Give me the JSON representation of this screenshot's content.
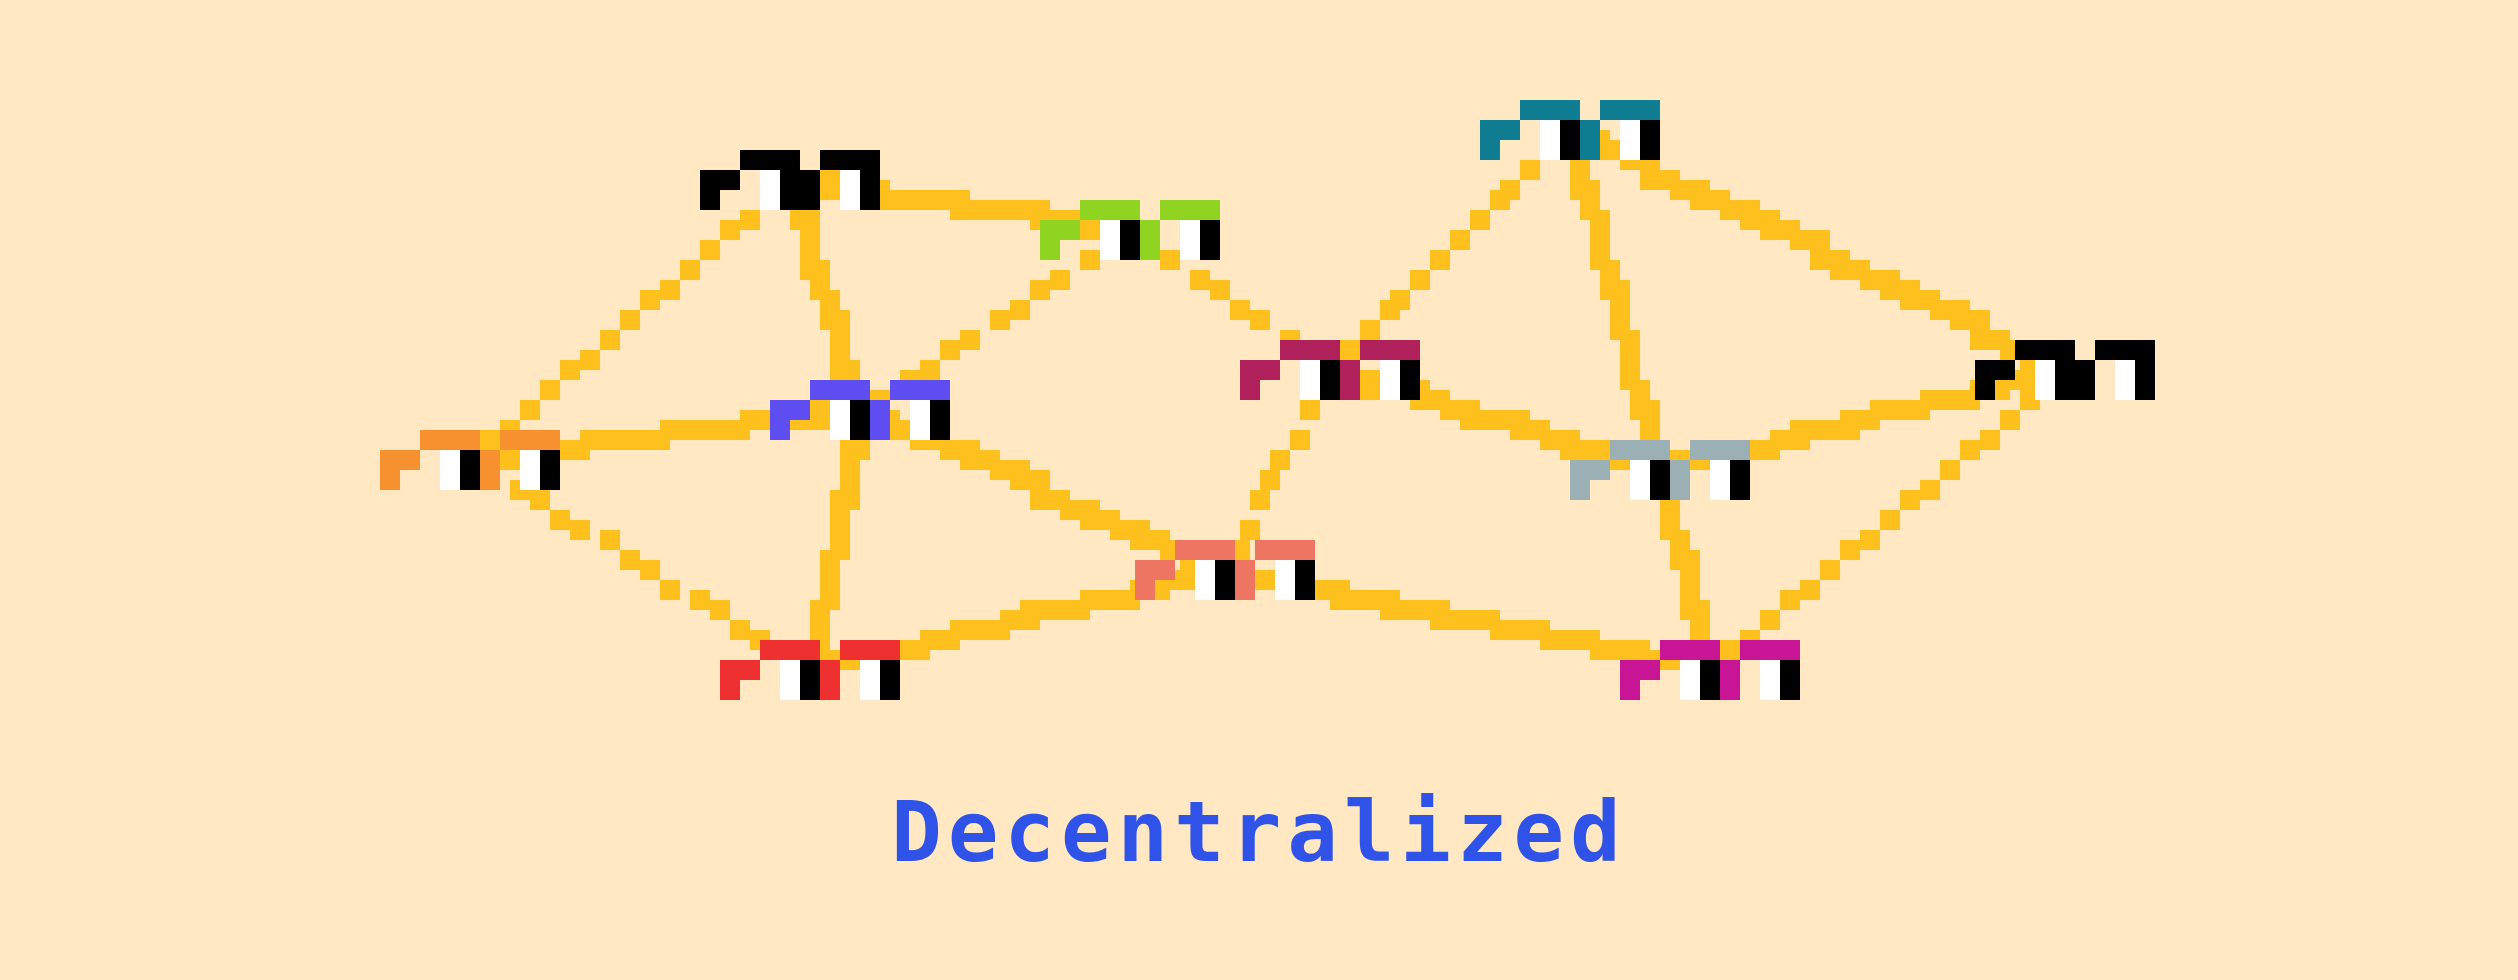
{
  "caption": "Decentralized",
  "palette": {
    "background": "#FFE8C2",
    "link": "#FDC01C",
    "caption": "#2F52E8",
    "eye_white": "#FFFFFF",
    "pupil": "#000000"
  },
  "network": {
    "nodes": [
      {
        "id": "black-left",
        "color": "#000000"
      },
      {
        "id": "green",
        "color": "#8FD420"
      },
      {
        "id": "teal",
        "color": "#0E7C91"
      },
      {
        "id": "black-right",
        "color": "#000000"
      },
      {
        "id": "purple",
        "color": "#5E4DF0"
      },
      {
        "id": "crimson",
        "color": "#B0205A"
      },
      {
        "id": "orange",
        "color": "#F7902E"
      },
      {
        "id": "gray",
        "color": "#9BB0B4"
      },
      {
        "id": "salmon",
        "color": "#EE7562"
      },
      {
        "id": "red",
        "color": "#EF3030"
      },
      {
        "id": "magenta",
        "color": "#C81595"
      }
    ],
    "links": [
      [
        "orange",
        "black-left"
      ],
      [
        "orange",
        "purple"
      ],
      [
        "orange",
        "red"
      ],
      [
        "black-left",
        "purple"
      ],
      [
        "black-left",
        "green"
      ],
      [
        "purple",
        "green"
      ],
      [
        "purple",
        "red"
      ],
      [
        "purple",
        "salmon"
      ],
      [
        "green",
        "crimson"
      ],
      [
        "crimson",
        "teal"
      ],
      [
        "crimson",
        "gray"
      ],
      [
        "crimson",
        "salmon"
      ],
      [
        "teal",
        "gray"
      ],
      [
        "teal",
        "black-right"
      ],
      [
        "gray",
        "black-right"
      ],
      [
        "gray",
        "magenta"
      ],
      [
        "black-right",
        "magenta"
      ],
      [
        "salmon",
        "red"
      ],
      [
        "salmon",
        "magenta"
      ]
    ]
  }
}
